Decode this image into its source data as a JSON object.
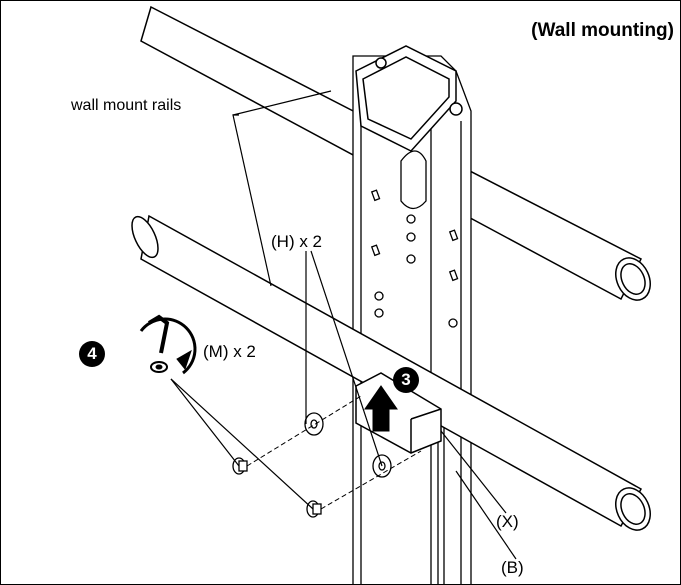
{
  "header": {
    "title": "(Wall mounting)"
  },
  "labels": {
    "rails": "wall mount rails",
    "bolt_h": "(H) x 2",
    "screw_m": "(M) x 2",
    "bracket_x": "(X)",
    "bar_b": "(B)"
  },
  "steps": {
    "step4": "4",
    "step3": "3"
  },
  "colors": {
    "line": "#000000",
    "background": "#ffffff"
  }
}
